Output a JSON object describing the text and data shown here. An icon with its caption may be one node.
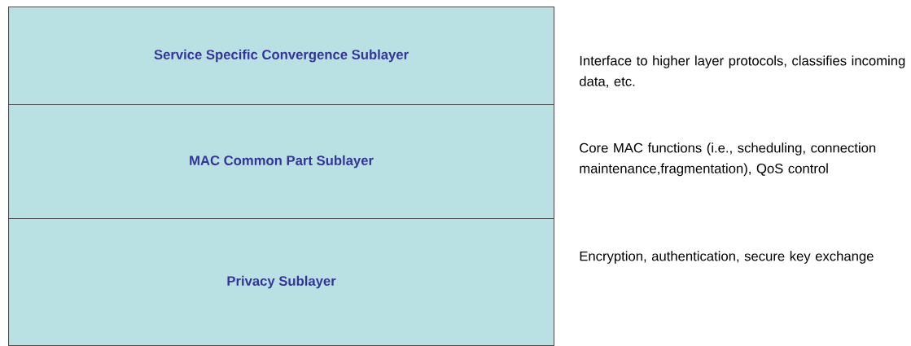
{
  "diagram": {
    "nodes": [
      {
        "text": [
          "Service Specific Convergence Sublayer"
        ],
        "beside": [
          "Interface to higher layer protocols, classifies incoming data, etc."
        ]
      },
      {
        "text": [
          "MAC Common Part Sublayer"
        ],
        "beside": [
          "Core MAC functions (i.e., scheduling, connection maintenance,fragmentation), QoS control"
        ]
      },
      {
        "text": [
          "Privacy Sublayer"
        ],
        "beside": [
          "Encryption, authentication, secure key exchange"
        ]
      }
    ]
  }
}
